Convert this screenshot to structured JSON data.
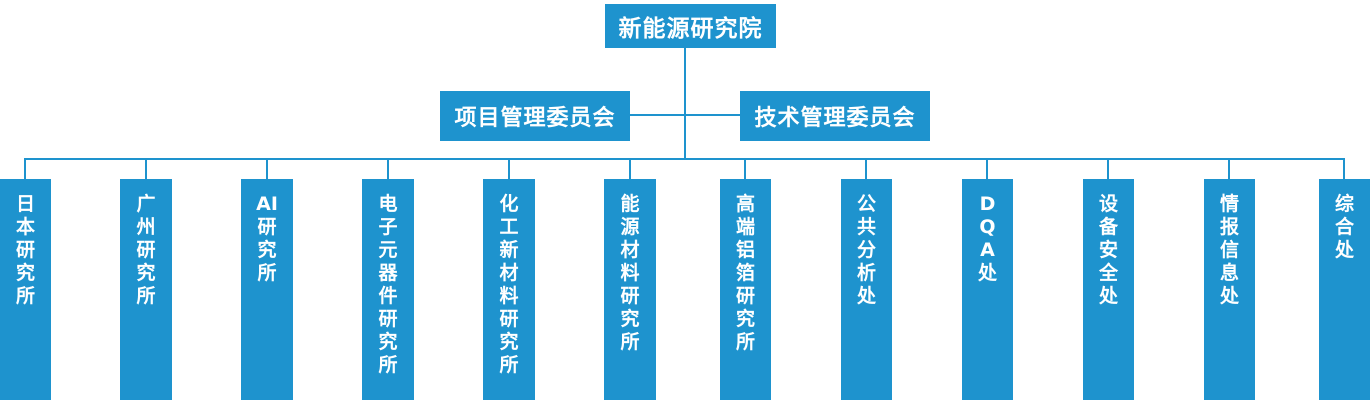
{
  "org_chart": {
    "root": {
      "label": "新能源研究院"
    },
    "committees": [
      {
        "label": "项目管理委员会"
      },
      {
        "label": "技术管理委员会"
      }
    ],
    "departments": [
      {
        "label": "日\n本\n研\n究\n所"
      },
      {
        "label": "广\n州\n研\n究\n所"
      },
      {
        "label": "AI\n研\n究\n所"
      },
      {
        "label": "电\n子\n元\n器\n件\n研\n究\n所"
      },
      {
        "label": "化\n工\n新\n材\n料\n研\n究\n所"
      },
      {
        "label": "能\n源\n材\n料\n研\n究\n所"
      },
      {
        "label": "高\n端\n铝\n箔\n研\n究\n所"
      },
      {
        "label": "公\n共\n分\n析\n处"
      },
      {
        "label": "D\nQ\nA\n处"
      },
      {
        "label": "设\n备\n安\n全\n处"
      },
      {
        "label": "情\n报\n信\n息\n处"
      },
      {
        "label": "综\n合\n处"
      }
    ],
    "colors": {
      "node_fill": "#1E93CE",
      "node_text": "#FFFFFF",
      "connector": "#1E93CE"
    }
  }
}
